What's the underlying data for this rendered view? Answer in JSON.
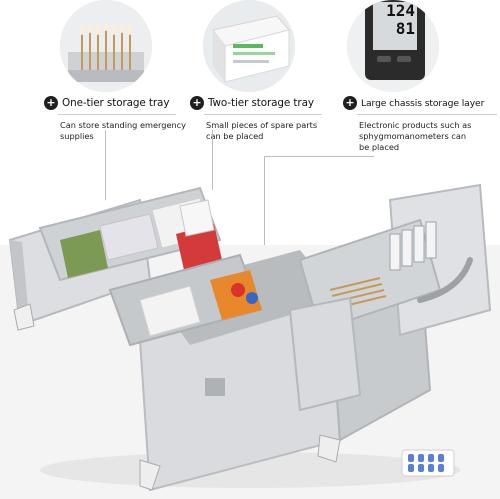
{
  "callouts": [
    {
      "icon": "plus-icon",
      "title": "One-tier storage tray",
      "description_lines": [
        "Can store standing emergency",
        "supplies"
      ]
    },
    {
      "icon": "plus-icon",
      "title": "Two-tier storage tray",
      "description_lines": [
        "Small pieces of spare parts",
        "can be placed"
      ]
    },
    {
      "icon": "plus-icon",
      "title": "Large chassis storage layer",
      "description_lines": [
        "Electronic products such as",
        "sphygmomanometers can",
        "be placed"
      ]
    }
  ],
  "thumbnails": [
    {
      "subject": "cotton-swabs-in-tray"
    },
    {
      "subject": "medicine-box"
    },
    {
      "subject": "blood-pressure-monitor"
    }
  ],
  "monitor_readout": {
    "top": "124",
    "bottom": "81"
  },
  "colors": {
    "case_silver": "#d9dbde",
    "case_edge": "#b9bcc0",
    "interior": "#c7cacd",
    "callout_dot": "#1f1f1f",
    "background": "#ffffff"
  }
}
